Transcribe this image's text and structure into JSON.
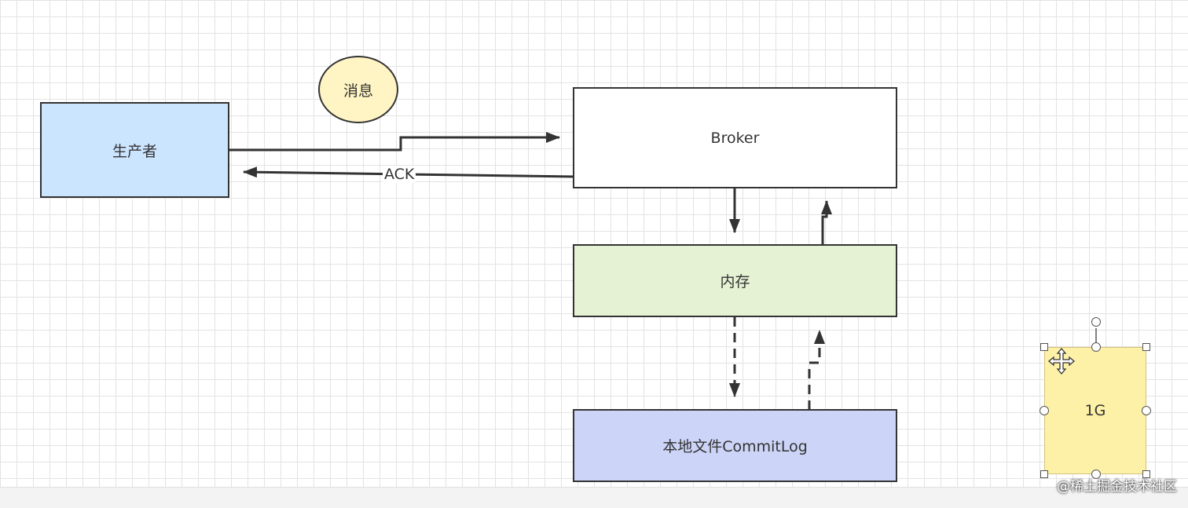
{
  "nodes": {
    "producer": {
      "label": "生产者",
      "fill": "#cce5ff"
    },
    "message": {
      "label": "消息",
      "fill": "#fff4c3"
    },
    "broker": {
      "label": "Broker",
      "fill": "#ffffff"
    },
    "memory": {
      "label": "内存",
      "fill": "#e6f2d4"
    },
    "commitlog": {
      "label": "本地文件CommitLog",
      "fill": "#ccd4f7"
    },
    "note": {
      "label": "1G",
      "fill": "#fdf0a7"
    }
  },
  "edges": {
    "ack_label": "ACK"
  },
  "watermark": "@稀土掘金技术社区",
  "colors": {
    "stroke": "#333333",
    "grid": "#e3e3e3"
  }
}
